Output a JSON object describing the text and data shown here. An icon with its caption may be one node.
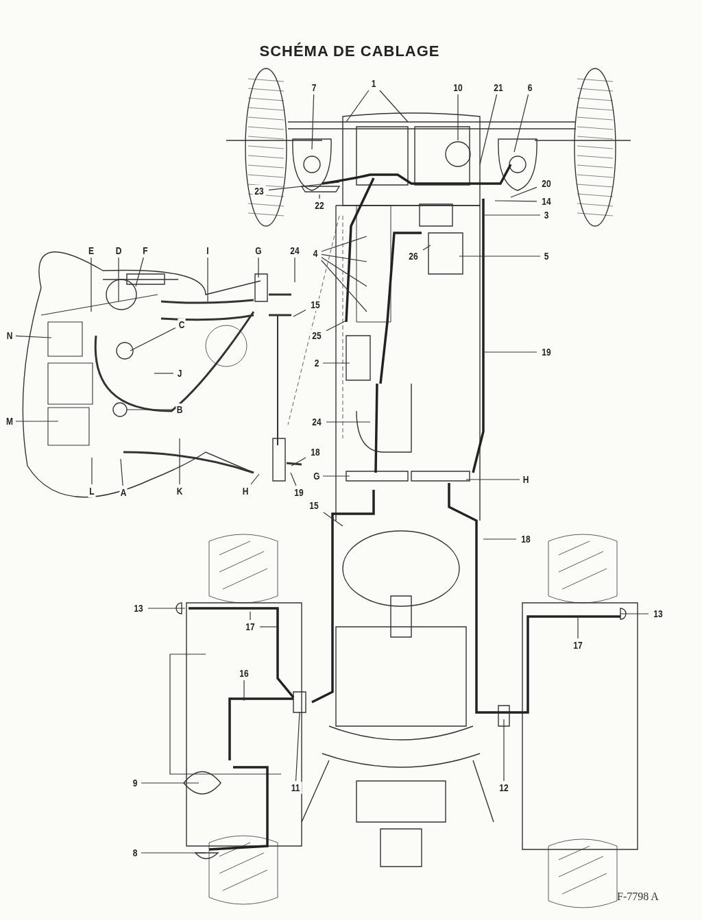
{
  "diagram": {
    "title": "SCHÉMA DE CABLAGE",
    "nodes": [
      {
        "text": [
          "1"
        ]
      },
      {
        "text": [
          "10"
        ]
      },
      {
        "text": [
          "21"
        ]
      },
      {
        "text": [
          "6"
        ]
      },
      {
        "text": [
          "7"
        ]
      },
      {
        "text": [
          "23"
        ]
      },
      {
        "text": [
          "22"
        ]
      },
      {
        "text": [
          "20"
        ]
      },
      {
        "text": [
          "14"
        ]
      },
      {
        "text": [
          "3"
        ]
      },
      {
        "text": [
          "4"
        ]
      },
      {
        "text": [
          "26"
        ]
      },
      {
        "text": [
          "5"
        ]
      },
      {
        "text": [
          "25"
        ]
      },
      {
        "text": [
          "2"
        ]
      },
      {
        "text": [
          "19"
        ]
      },
      {
        "text": [
          "24"
        ]
      },
      {
        "text": [
          "G"
        ]
      },
      {
        "text": [
          "H"
        ]
      },
      {
        "text": [
          "15"
        ]
      },
      {
        "text": [
          "18"
        ]
      },
      {
        "text": [
          "13"
        ]
      },
      {
        "text": [
          "17"
        ]
      },
      {
        "text": [
          "13"
        ]
      },
      {
        "text": [
          "17"
        ]
      },
      {
        "text": [
          "16"
        ]
      },
      {
        "text": [
          "11"
        ]
      },
      {
        "text": [
          "12"
        ]
      },
      {
        "text": [
          "9"
        ]
      },
      {
        "text": [
          "8"
        ]
      },
      {
        "text": [
          "E"
        ]
      },
      {
        "text": [
          "D"
        ]
      },
      {
        "text": [
          "F"
        ]
      },
      {
        "text": [
          "I"
        ]
      },
      {
        "text": [
          "G"
        ]
      },
      {
        "text": [
          "24"
        ]
      },
      {
        "text": [
          "15"
        ]
      },
      {
        "text": [
          "C"
        ]
      },
      {
        "text": [
          "N"
        ]
      },
      {
        "text": [
          "J"
        ]
      },
      {
        "text": [
          "B"
        ]
      },
      {
        "text": [
          "M"
        ]
      },
      {
        "text": [
          "18"
        ]
      },
      {
        "text": [
          "L"
        ]
      },
      {
        "text": [
          "A"
        ]
      },
      {
        "text": [
          "K"
        ]
      },
      {
        "text": [
          "H"
        ]
      },
      {
        "text": [
          "19"
        ]
      }
    ],
    "edges": [
      {
        "from": 0,
        "to": null,
        "arrow": "none"
      },
      {
        "from": 0,
        "to": null,
        "arrow": "none"
      },
      {
        "from": 1,
        "to": null,
        "arrow": "none"
      },
      {
        "from": 2,
        "to": null,
        "arrow": "none"
      },
      {
        "from": 3,
        "to": null,
        "arrow": "none"
      },
      {
        "from": 4,
        "to": null,
        "arrow": "none"
      },
      {
        "from": 5,
        "to": null,
        "arrow": "none"
      },
      {
        "from": 6,
        "to": null,
        "arrow": "none"
      },
      {
        "from": 7,
        "to": null,
        "arrow": "none"
      },
      {
        "from": 8,
        "to": null,
        "arrow": "none"
      },
      {
        "from": 9,
        "to": null,
        "arrow": "none"
      },
      {
        "from": 10,
        "to": null,
        "arrow": "none"
      },
      {
        "from": 10,
        "to": null,
        "arrow": "none"
      },
      {
        "from": 10,
        "to": null,
        "arrow": "none"
      },
      {
        "from": 10,
        "to": null,
        "arrow": "none"
      },
      {
        "from": 11,
        "to": null,
        "arrow": "none"
      },
      {
        "from": 12,
        "to": null,
        "arrow": "none"
      },
      {
        "from": 13,
        "to": null,
        "arrow": "none"
      },
      {
        "from": 14,
        "to": null,
        "arrow": "none"
      },
      {
        "from": 15,
        "to": null,
        "arrow": "none"
      },
      {
        "from": 16,
        "to": null,
        "arrow": "none"
      },
      {
        "from": 17,
        "to": null,
        "arrow": "none"
      },
      {
        "from": 18,
        "to": null,
        "arrow": "none"
      },
      {
        "from": 19,
        "to": null,
        "arrow": "none"
      },
      {
        "from": 20,
        "to": null,
        "arrow": "none"
      },
      {
        "from": 21,
        "to": null,
        "arrow": "none"
      },
      {
        "from": 22,
        "to": null,
        "arrow": "none"
      },
      {
        "from": 22,
        "to": null,
        "arrow": "none"
      },
      {
        "from": 23,
        "to": null,
        "arrow": "none"
      },
      {
        "from": 24,
        "to": null,
        "arrow": "none"
      },
      {
        "from": 25,
        "to": null,
        "arrow": "none"
      },
      {
        "from": 26,
        "to": null,
        "arrow": "none"
      },
      {
        "from": 27,
        "to": null,
        "arrow": "none"
      },
      {
        "from": 28,
        "to": null,
        "arrow": "none"
      },
      {
        "from": 29,
        "to": null,
        "arrow": "none"
      },
      {
        "from": 30,
        "to": null,
        "arrow": "none"
      },
      {
        "from": 31,
        "to": null,
        "arrow": "none"
      },
      {
        "from": 32,
        "to": null,
        "arrow": "none"
      },
      {
        "from": 33,
        "to": null,
        "arrow": "none"
      },
      {
        "from": 34,
        "to": null,
        "arrow": "none"
      },
      {
        "from": 35,
        "to": null,
        "arrow": "none"
      },
      {
        "from": 36,
        "to": null,
        "arrow": "none"
      },
      {
        "from": 37,
        "to": null,
        "arrow": "none"
      },
      {
        "from": 38,
        "to": null,
        "arrow": "none"
      },
      {
        "from": 39,
        "to": null,
        "arrow": "none"
      },
      {
        "from": 40,
        "to": null,
        "arrow": "none"
      },
      {
        "from": 41,
        "to": null,
        "arrow": "none"
      },
      {
        "from": 42,
        "to": null,
        "arrow": "none"
      },
      {
        "from": 43,
        "to": null,
        "arrow": "none"
      },
      {
        "from": 44,
        "to": null,
        "arrow": "none"
      },
      {
        "from": 45,
        "to": null,
        "arrow": "none"
      },
      {
        "from": 46,
        "to": null,
        "arrow": "none"
      },
      {
        "from": 47,
        "to": null,
        "arrow": "none"
      }
    ],
    "labels": [
      "F-7798 A"
    ]
  }
}
